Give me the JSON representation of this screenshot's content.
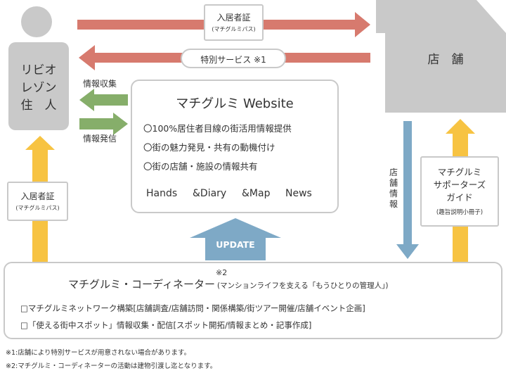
{
  "colors": {
    "resident_shape": "#c9c9c9",
    "shop_shape": "#c9c9c9",
    "red_arrow": "#d77a6e",
    "green_arrow": "#86ae6a",
    "yellow_arrow": "#f7c342",
    "blue_arrow": "#7ea9c6",
    "update_arrow": "#7ea9c6",
    "box_border": "#c9c9c9"
  },
  "resident": {
    "lines": [
      "リビオ",
      "レゾン",
      "住　人"
    ]
  },
  "shop": {
    "label": "店　舗"
  },
  "top_arrow": {
    "title": "入居者証",
    "sub": "(マチグルミパス)"
  },
  "special_arrow": {
    "label": "特別サービス ※1"
  },
  "left_green": {
    "collect": "情報収集",
    "send": "情報発信"
  },
  "website": {
    "title": "マチグルミ Website",
    "items": [
      "〇100%居住者目線の街活用情報提供",
      "〇街の魅力発見・共有の動機付け",
      "〇街の店舗・施設の情報共有"
    ],
    "tabs": [
      "Hands",
      "&Diary",
      "&Map",
      "News"
    ]
  },
  "left_pass": {
    "title": "入居者証",
    "sub": "(マチグルミパス)"
  },
  "shop_info": {
    "label": "店舗情報"
  },
  "supporters_guide": {
    "lines": [
      "マチグルミ",
      "サポーターズ",
      "ガイド"
    ],
    "sub": "(趣旨説明小冊子)"
  },
  "update": {
    "label": "UPDATE"
  },
  "coordinator": {
    "note_mark": "※2",
    "title": "マチグルミ・コーディネーター",
    "subtitle": "(マンションライフを支える「もうひとりの管理人」)",
    "lines": [
      "□マチグルミネットワーク構築[店舗調査/店舗訪問・関係構築/街ツアー開催/店舗イベント企画]",
      "□「使える街中スポット」情報収集・配信[スポット開拓/情報まとめ・記事作成]"
    ]
  },
  "footnotes": [
    "※1:店舗により特別サービスが用意されない場合があります。",
    "※2:マチグルミ・コーディネーターの活動は建物引渡し迄となります。"
  ]
}
